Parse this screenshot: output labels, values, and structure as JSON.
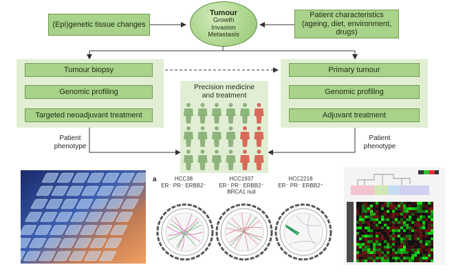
{
  "diagram": {
    "tumour_circle": {
      "title": "Tumour",
      "lines": [
        "Growth",
        "Invasion",
        "Metastasis"
      ]
    },
    "left_top_box": "(Epi)genetic tissue changes",
    "right_top_box": "Patient characteristics (ageing, diet, environment, drugs)",
    "left_panel": {
      "steps": [
        "Tumour biopsy",
        "Genomic profiling",
        "Targeted neoadjuvant treatment"
      ]
    },
    "right_panel": {
      "steps": [
        "Primary tumour",
        "Genomic profiling",
        "Adjuvant treatment"
      ]
    },
    "center_panel": {
      "title_line1": "Precision medicine",
      "title_line2": "and treatment"
    },
    "patient_phenotype_left": "Patient phenotype",
    "patient_phenotype_right": "Patient phenotype",
    "colors": {
      "box_fill": "#a9d28a",
      "panel_fill": "#e1eed4",
      "figure_green": "#8fb37c",
      "figure_red": "#d86a5a"
    }
  },
  "bottom": {
    "panel_letter": "a",
    "cell_lines": [
      {
        "name": "HCC38",
        "receptor": "ER⁻ PR⁻ ERBB2⁻",
        "extra": ""
      },
      {
        "name": "HCC1937",
        "receptor": "ER⁻ PR⁻ ERBB2⁻",
        "extra": "BRCA1 null"
      },
      {
        "name": "HCC2218",
        "receptor": "ER⁻ PR⁻ ERBB2⁺",
        "extra": ""
      }
    ]
  }
}
